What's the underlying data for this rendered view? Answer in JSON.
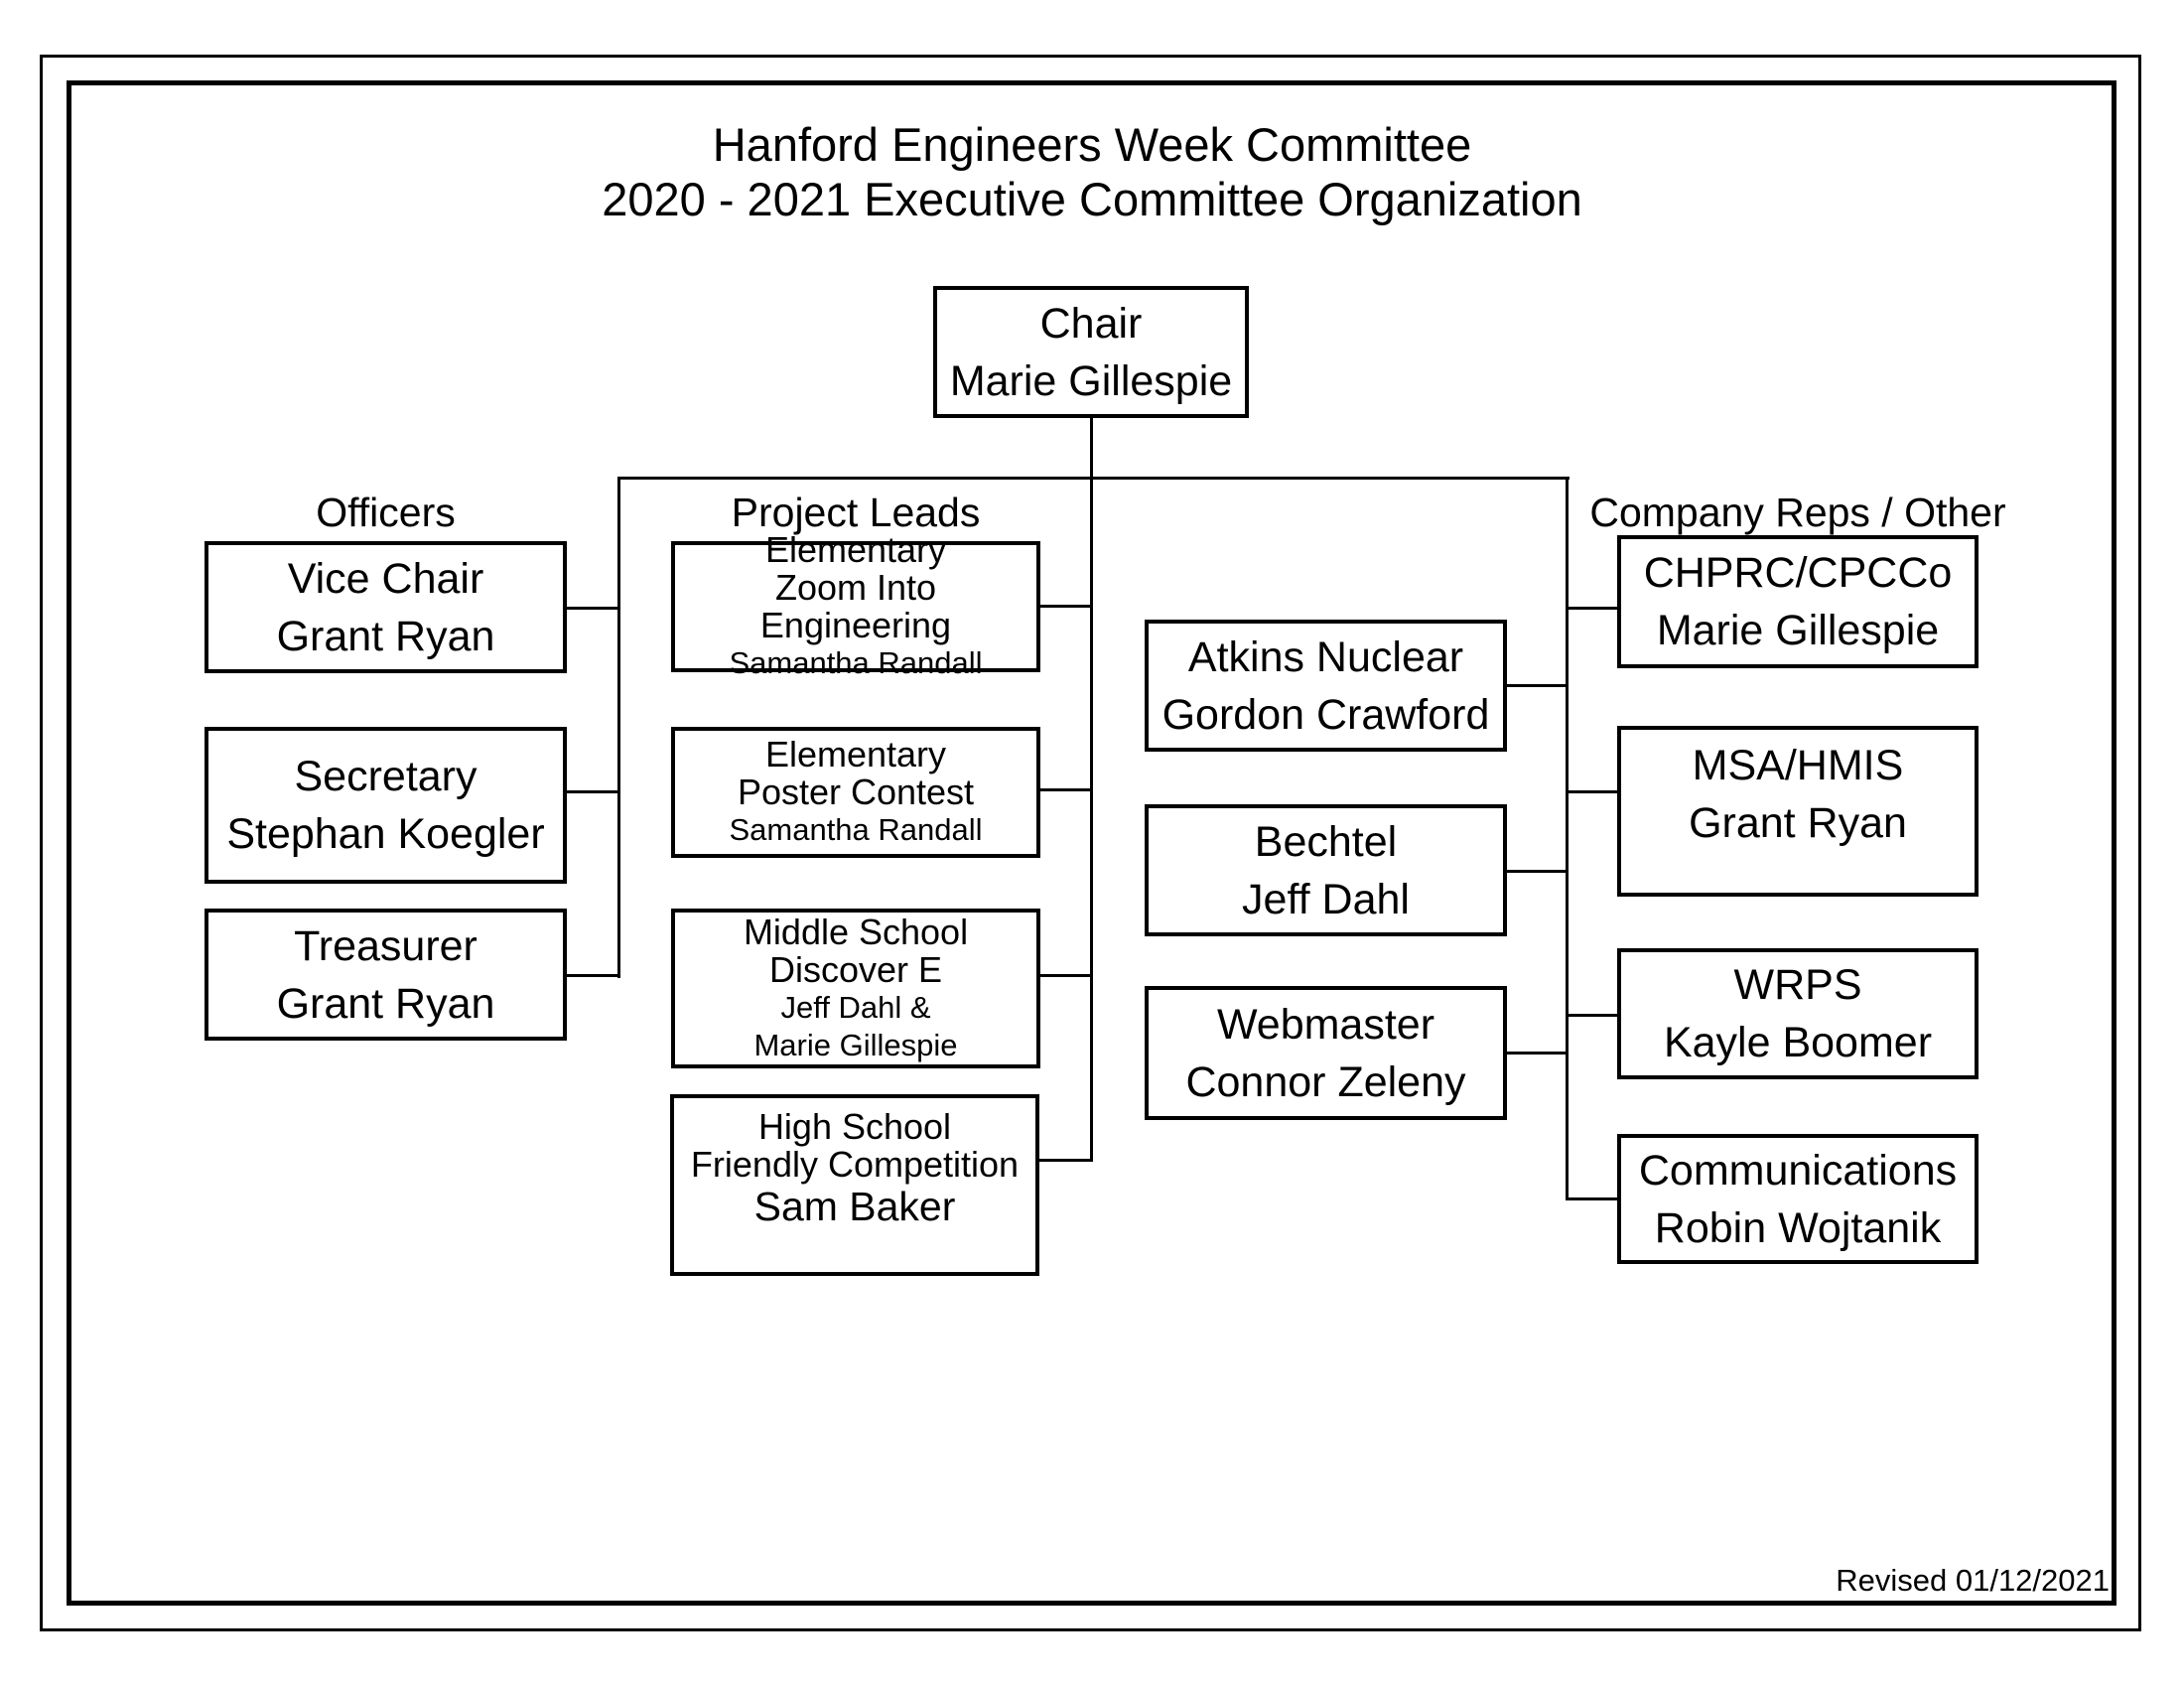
{
  "page": {
    "title_line1": "Hanford Engineers Week Committee",
    "title_line2": "2020 - 2021 Executive Committee Organization",
    "revised_note": "Revised 01/12/2021"
  },
  "headings": {
    "officers": "Officers",
    "project_leads": "Project Leads",
    "company_reps": "Company Reps / Other"
  },
  "boxes": {
    "chair": {
      "role": "Chair",
      "name": "Marie Gillespie"
    },
    "vice_chair": {
      "role": "Vice Chair",
      "name": "Grant Ryan"
    },
    "secretary": {
      "role": "Secretary",
      "name": "Stephan Koegler"
    },
    "treasurer": {
      "role": "Treasurer",
      "name": "Grant Ryan"
    },
    "elementary_zoom": {
      "level": "Elementary",
      "program": "Zoom Into Engineering",
      "name": "Samantha Randall"
    },
    "elementary_poster": {
      "level": "Elementary",
      "program": "Poster Contest",
      "name": "Samantha Randall"
    },
    "middle_school": {
      "level": "Middle School",
      "program": "Discover E",
      "name1": "Jeff Dahl &",
      "name2": "Marie Gillespie"
    },
    "high_school": {
      "level": "High School",
      "program": "Friendly Competition",
      "name": "Sam Baker"
    },
    "atkins": {
      "company": "Atkins Nuclear",
      "name": "Gordon Crawford"
    },
    "bechtel": {
      "company": "Bechtel",
      "name": "Jeff Dahl"
    },
    "webmaster": {
      "role": "Webmaster",
      "name": "Connor Zeleny"
    },
    "chprc": {
      "company": "CHPRC/CPCCo",
      "name": "Marie Gillespie"
    },
    "msa": {
      "company": "MSA/HMIS",
      "name": "Grant Ryan"
    },
    "wrps": {
      "company": "WRPS",
      "name": "Kayle Boomer"
    },
    "communications": {
      "role": "Communications",
      "name": "Robin Wojtanik"
    }
  },
  "colors": {
    "line": "#000000",
    "background": "#ffffff",
    "text": "#000000"
  }
}
